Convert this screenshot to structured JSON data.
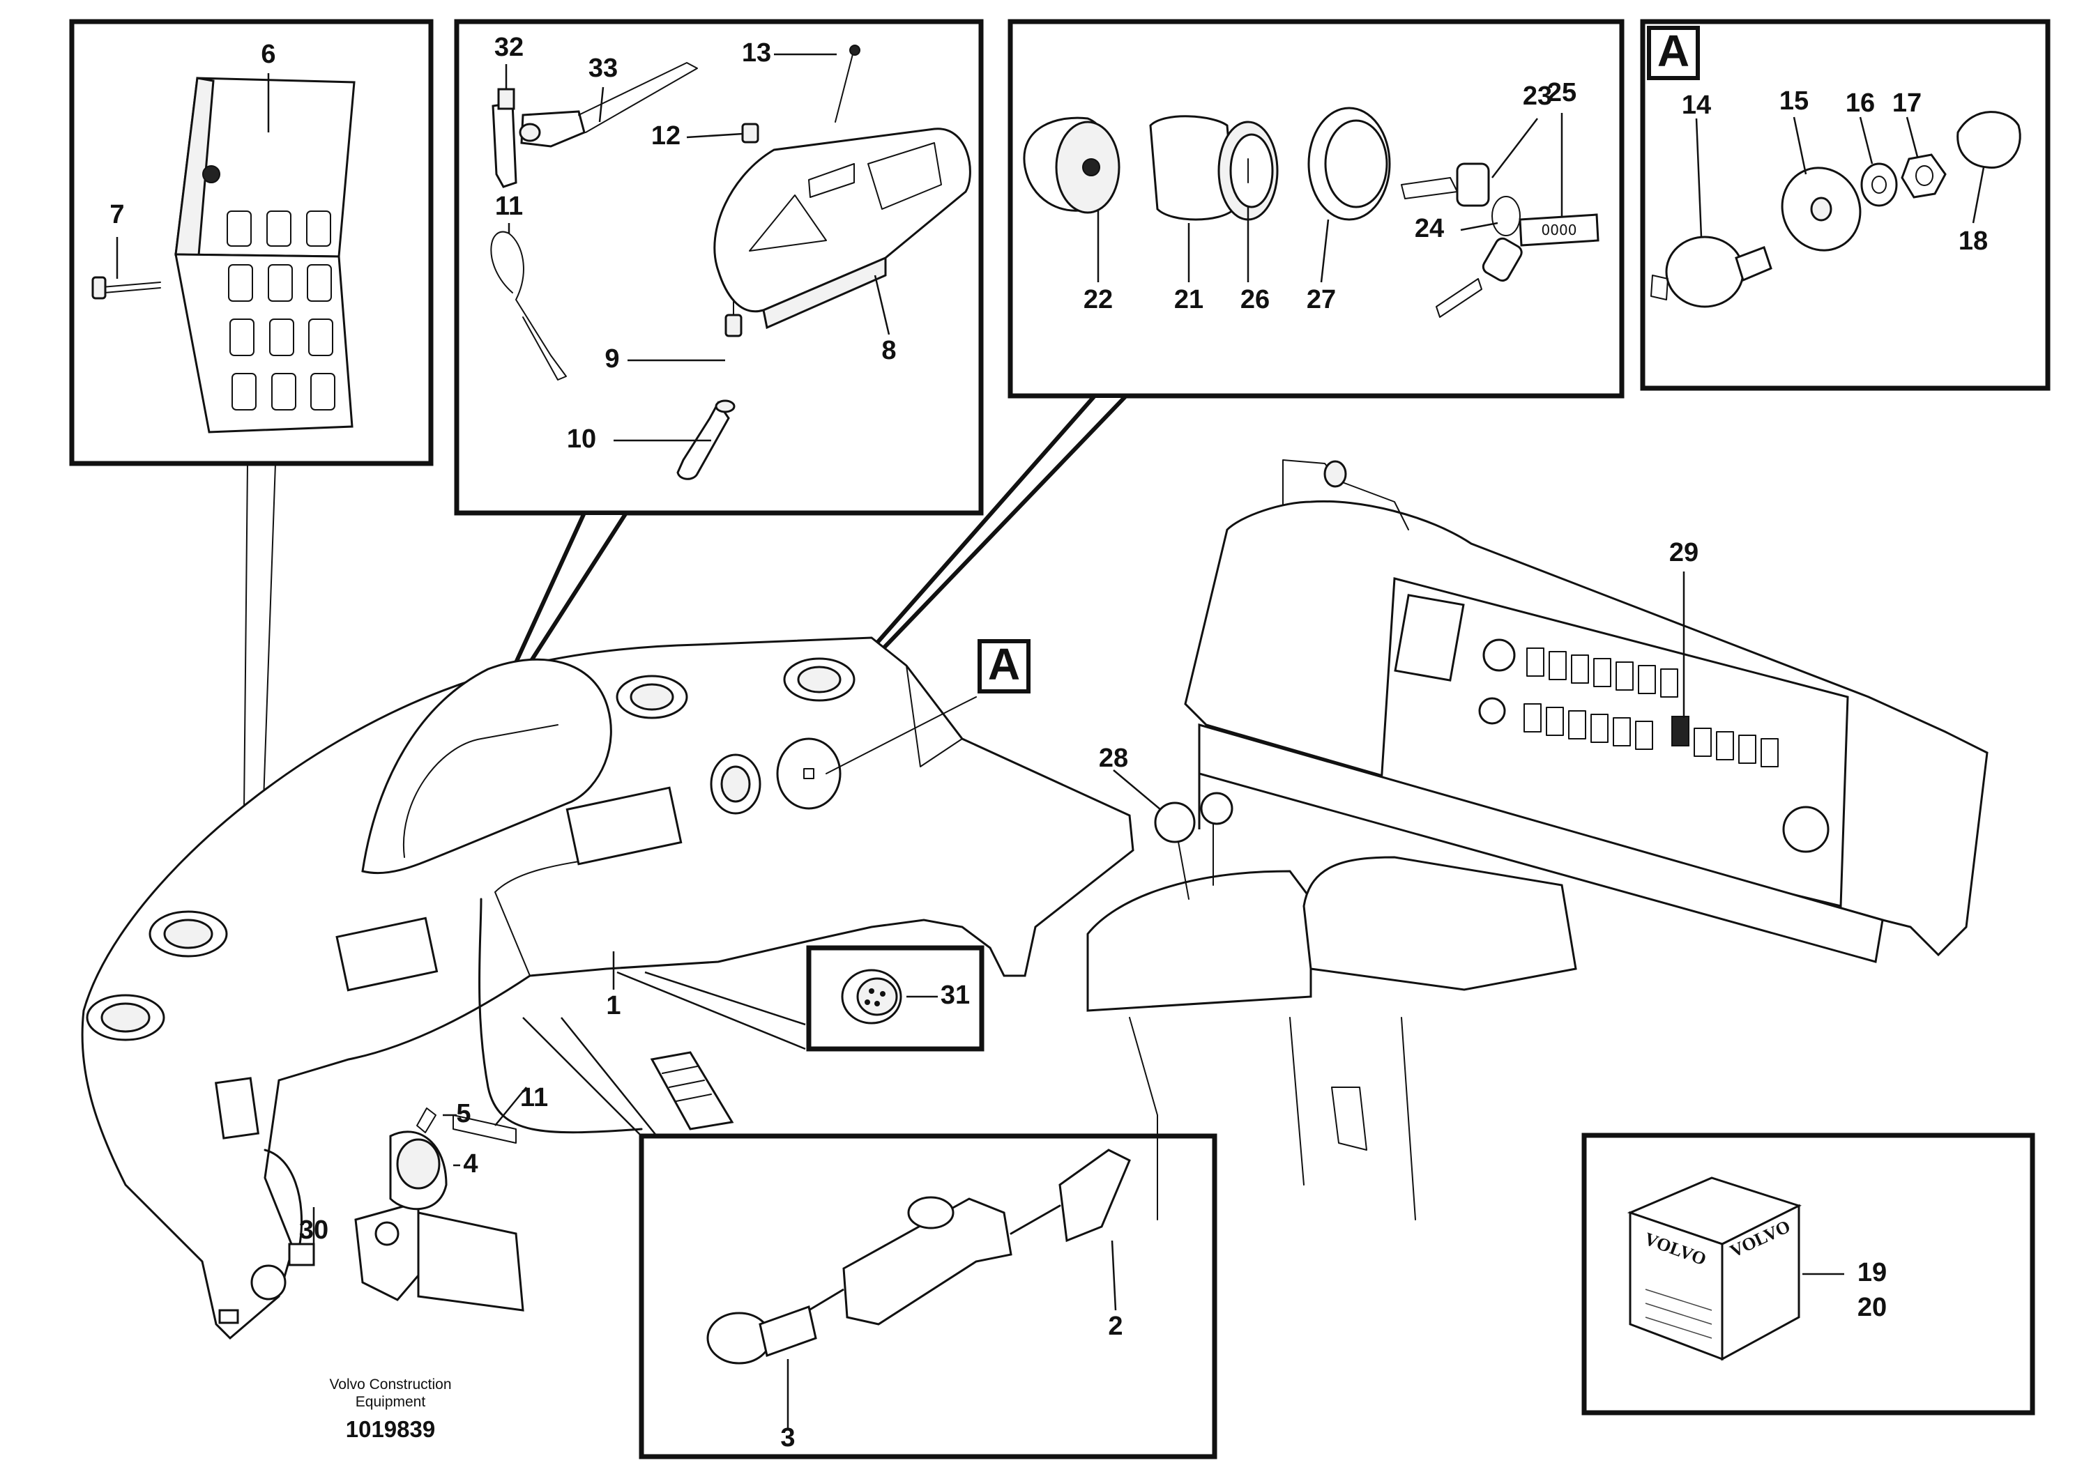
{
  "labels": {
    "p1": "1",
    "p2": "2",
    "p3": "3",
    "p4": "4",
    "p5": "5",
    "p6": "6",
    "p7": "7",
    "p8": "8",
    "p9": "9",
    "p10": "10",
    "p11a": "11",
    "p11b": "11",
    "p12": "12",
    "p13": "13",
    "p14": "14",
    "p15": "15",
    "p16": "16",
    "p17": "17",
    "p18": "18",
    "p19": "19",
    "p20": "20",
    "p21": "21",
    "p22": "22",
    "p23": "23",
    "p24": "24",
    "p25": "25",
    "p26": "26",
    "p27": "27",
    "p28": "28",
    "p29": "29",
    "p30": "30",
    "p31": "31",
    "p32": "32",
    "p33": "33"
  },
  "detail_tag": "A",
  "key_tag_text": "0000",
  "kit_brand": "VOLVO",
  "caption": {
    "line1": "Volvo Construction",
    "line2": "Equipment",
    "number": "1019839"
  }
}
